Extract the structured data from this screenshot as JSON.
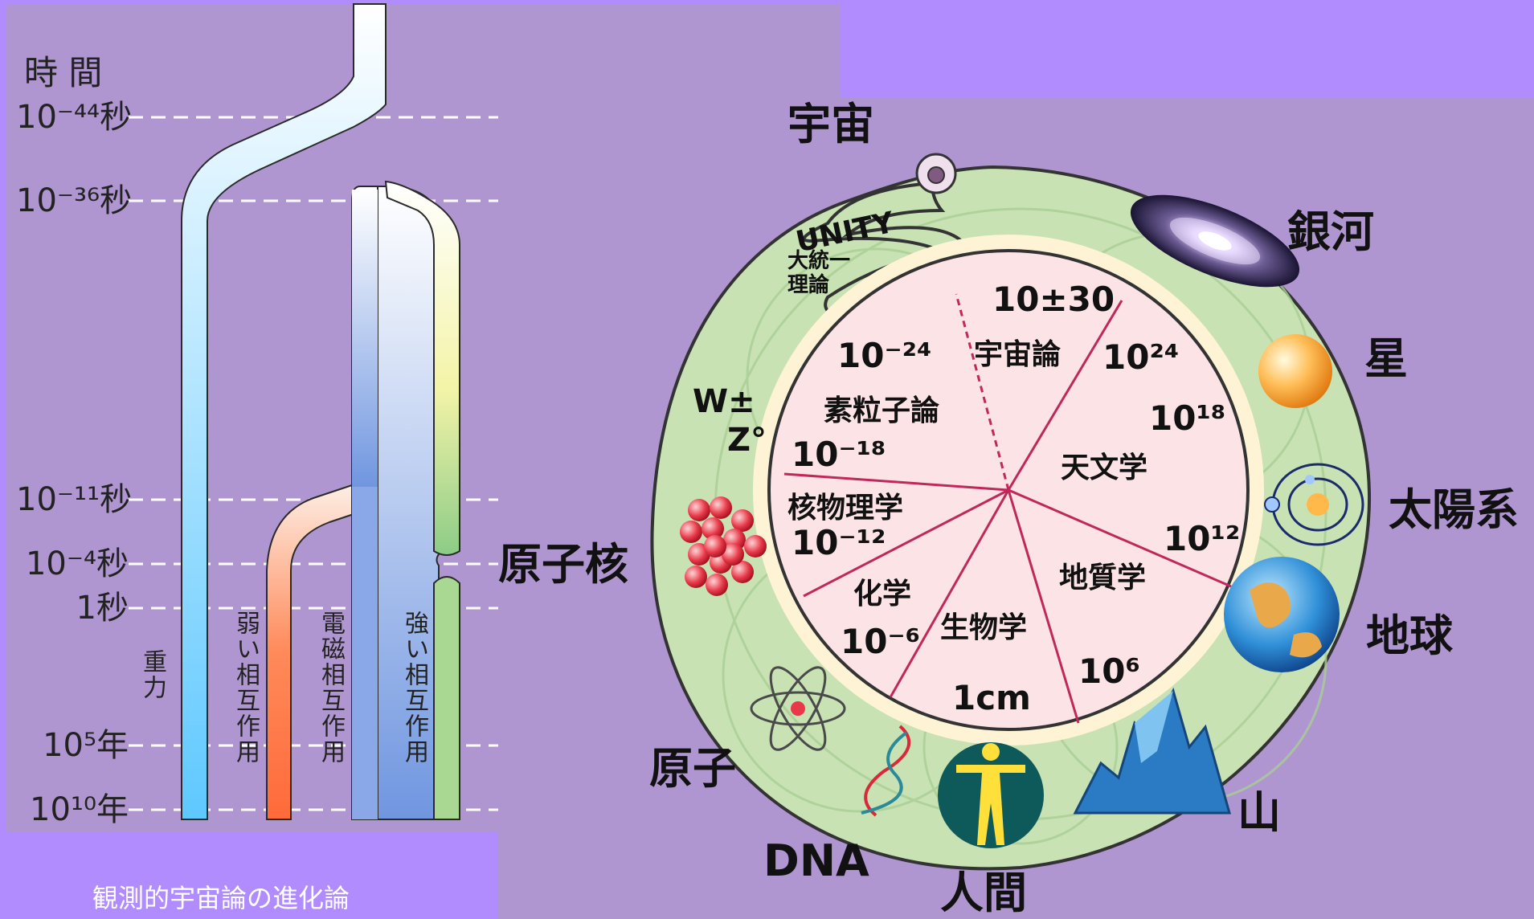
{
  "left_panel": {
    "header": "時 間",
    "time_marks": [
      "10⁻⁴⁴秒",
      "10⁻³⁶秒",
      "10⁻¹¹秒",
      "10⁻⁴秒",
      "1秒",
      "10⁵年",
      "10¹⁰年"
    ],
    "forces": [
      "重力",
      "弱い相互作用",
      "電磁相互作用",
      "強い相互作用"
    ],
    "colors": {
      "background": "#b096d0",
      "gravity": "#66ccff",
      "weak": "#ff7a4a",
      "electromagnetic": "#7fa0e6",
      "strong": "#9ad08a"
    }
  },
  "caption": "観測的宇宙論の進化論",
  "cycle": {
    "outer_labels": [
      "宇宙",
      "銀河",
      "星",
      "太陽系",
      "地球",
      "山",
      "人間",
      "DNA",
      "原子",
      "原子核"
    ],
    "particles": [
      "W±",
      "Z°"
    ],
    "unity_label": "UNITY",
    "gut_label": [
      "大統一",
      "理論"
    ],
    "center_fields": [
      "宇宙論",
      "天文学",
      "地質学",
      "生物学",
      "化学",
      "核物理学",
      "素粒子論"
    ],
    "scales": [
      "10±30",
      "10²⁴",
      "10¹⁸",
      "10¹²",
      "10⁶",
      "1cm",
      "10⁻⁶",
      "10⁻¹²",
      "10⁻¹⁸",
      "10⁻²⁴"
    ],
    "colors": {
      "ring": "#c8e2b4",
      "inner": "#fbe3e6",
      "spoke": "#c0285a",
      "outline": "#333333"
    }
  }
}
